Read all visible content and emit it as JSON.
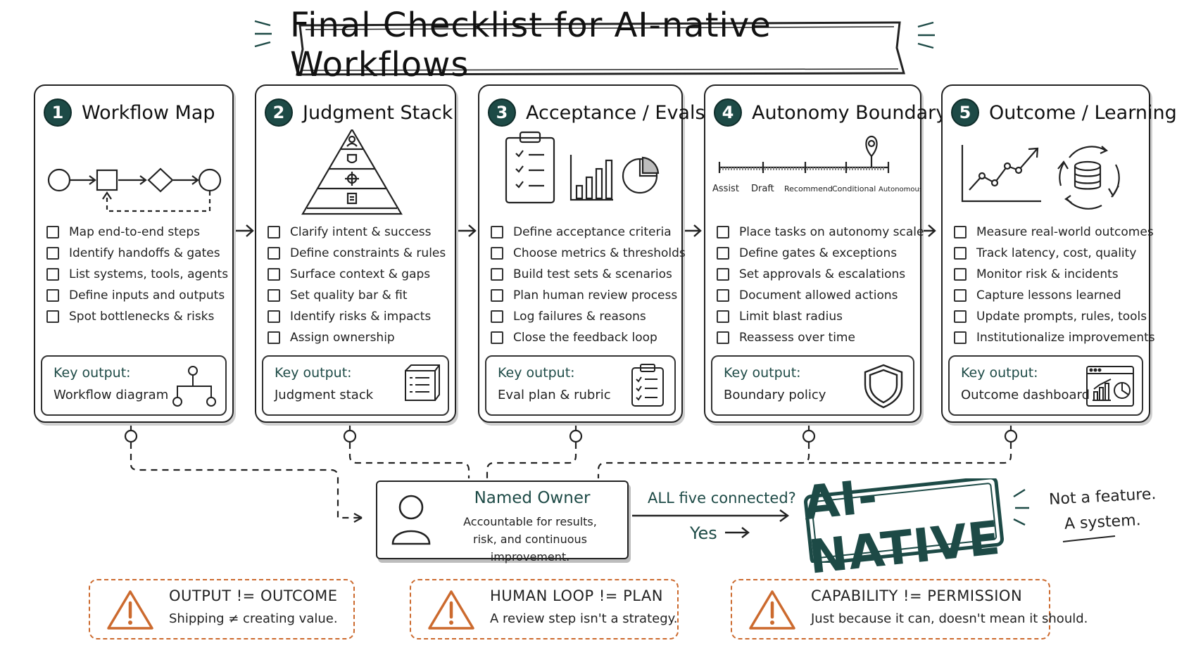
{
  "title": "Final Checklist for AI-native Workflows",
  "colors": {
    "accent": "#1d4a46",
    "warning": "#cc6a2e",
    "ink": "#222222"
  },
  "cards": [
    {
      "number": "1",
      "title": "Workflow Map",
      "illustration": "flowchart-icon",
      "items": [
        "Map end-to-end steps",
        "Identify handoffs & gates",
        "List systems, tools, agents",
        "Define inputs and outputs",
        "Spot bottlenecks & risks"
      ],
      "key_label": "Key output:",
      "key_value": "Workflow diagram",
      "key_icon": "org-tree-icon"
    },
    {
      "number": "2",
      "title": "Judgment Stack",
      "illustration": "pyramid-icon",
      "items": [
        "Clarify intent & success",
        "Define constraints & rules",
        "Surface context & gaps",
        "Set quality bar & fit",
        "Identify risks & impacts",
        "Assign ownership"
      ],
      "key_label": "Key output:",
      "key_value": "Judgment stack",
      "key_icon": "stacked-docs-icon"
    },
    {
      "number": "3",
      "title": "Acceptance / Evals",
      "illustration": "clipboard-chart-icon",
      "items": [
        "Define acceptance criteria",
        "Choose metrics & thresholds",
        "Build test sets & scenarios",
        "Plan human review process",
        "Log failures & reasons",
        "Close the feedback loop"
      ],
      "key_label": "Key output:",
      "key_value": "Eval plan & rubric",
      "key_icon": "clipboard-icon"
    },
    {
      "number": "4",
      "title": "Autonomy Boundary",
      "illustration": "autonomy-scale-icon",
      "scale_labels": [
        "Assist",
        "Draft",
        "Recommend",
        "Conditional",
        "Autonomous"
      ],
      "items": [
        "Place tasks on autonomy scale",
        "Define gates & exceptions",
        "Set approvals & escalations",
        "Document allowed actions",
        "Limit blast radius",
        "Reassess over time"
      ],
      "key_label": "Key output:",
      "key_value": "Boundary policy",
      "key_icon": "shield-icon"
    },
    {
      "number": "5",
      "title": "Outcome / Learning",
      "illustration": "trend-cycle-icon",
      "items": [
        "Measure real-world outcomes",
        "Track latency, cost, quality",
        "Monitor risk & incidents",
        "Capture lessons learned",
        "Update prompts, rules, tools",
        "Institutionalize improvements"
      ],
      "key_label": "Key output:",
      "key_value": "Outcome dashboard",
      "key_icon": "dashboard-icon"
    }
  ],
  "owner": {
    "title": "Named Owner",
    "desc_line1": "Accountable for results,",
    "desc_line2": "risk, and continuous improvement."
  },
  "connection_question": "ALL five connected?",
  "yes_label": "Yes",
  "stamp": "AI-NATIVE",
  "tagline_line1": "Not a feature.",
  "tagline_line2": "A system.",
  "warnings": [
    {
      "title": "OUTPUT != OUTCOME",
      "sub": "Shipping ≠ creating value."
    },
    {
      "title": "HUMAN LOOP != PLAN",
      "sub": "A review step isn't a strategy."
    },
    {
      "title": "CAPABILITY != PERMISSION",
      "sub": "Just because it can, doesn't mean it should."
    }
  ]
}
